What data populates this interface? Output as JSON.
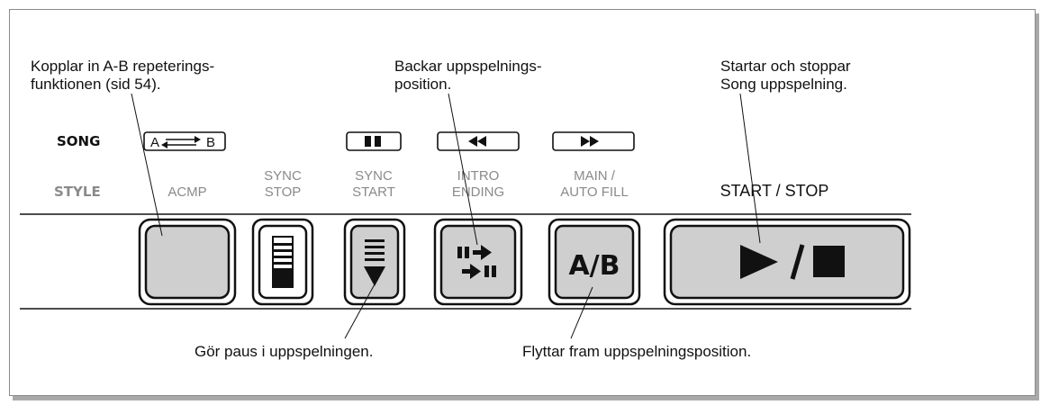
{
  "annotations": {
    "ab_repeat": [
      "Kopplar in A-B repeterings-",
      "funktionen (sid 54)."
    ],
    "rewind": [
      "Backar uppspelnings-",
      "position."
    ],
    "start_stop": [
      "Startar och stoppar",
      "Song uppspelning."
    ],
    "pause": "Gör paus i uppspelningen.",
    "fast_forward": "Flyttar fram uppspelningsposition."
  },
  "panel": {
    "row_song": "SONG",
    "row_style": "STYLE",
    "song_ab_symbol": "A ⇄ B",
    "acmp": "ACMP",
    "sync_stop": [
      "SYNC",
      "STOP"
    ],
    "sync_start": [
      "SYNC",
      "START"
    ],
    "intro_ending": [
      "INTRO",
      "ENDING"
    ],
    "main_autofill": [
      "MAIN /",
      "AUTO  FILL"
    ],
    "start_stop": "START / STOP"
  },
  "buttons": {
    "ab_face": "A/B"
  },
  "colors": {
    "button_face": "#cfcfcf",
    "style_text": "#8a8a8a",
    "outline": "#111111"
  },
  "icons": {
    "song_ab": "a-b-repeat-icon",
    "pause": "pause-icon",
    "rewind": "rewind-icon",
    "fast_forward": "fast-forward-icon",
    "sync_stop": "bars-icon",
    "sync_start": "bars-down-arrow-icon",
    "intro_ending": "pause-arrow-icon",
    "start_stop": "play-stop-icon"
  }
}
